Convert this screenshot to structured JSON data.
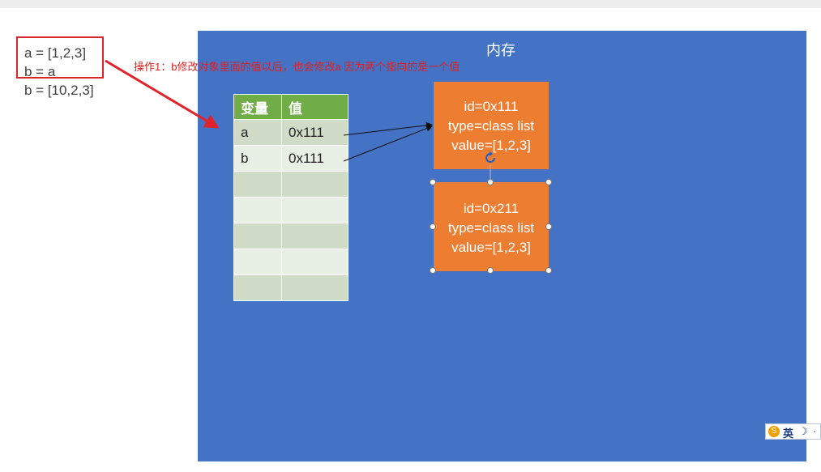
{
  "code": {
    "lines": [
      "a = [1,2,3]",
      "b = a",
      "b = [10,2,3]"
    ]
  },
  "annotation": {
    "text": "操作1：b修改对象里面的值以后，也会修改a 因为两个指向的是一个值"
  },
  "memory": {
    "title": "内存"
  },
  "variables": {
    "headers": [
      "变量",
      "值"
    ],
    "rows": [
      {
        "name": "a",
        "value": "0x111"
      },
      {
        "name": "b",
        "value": "0x111"
      }
    ],
    "empty_rows": 5
  },
  "objects": [
    {
      "id": "id=0x111",
      "type": "type=class list",
      "value": "value=[1,2,3]"
    },
    {
      "id": "id=0x211",
      "type": "type=class list",
      "value": "value=[1,2,3]"
    }
  ],
  "ime": {
    "label": "英",
    "moon": "☽",
    "dot": "·"
  },
  "colors": {
    "panel": "#4472c4",
    "object": "#ed7d31",
    "header": "#70ad47",
    "annotation": "#e02020"
  }
}
